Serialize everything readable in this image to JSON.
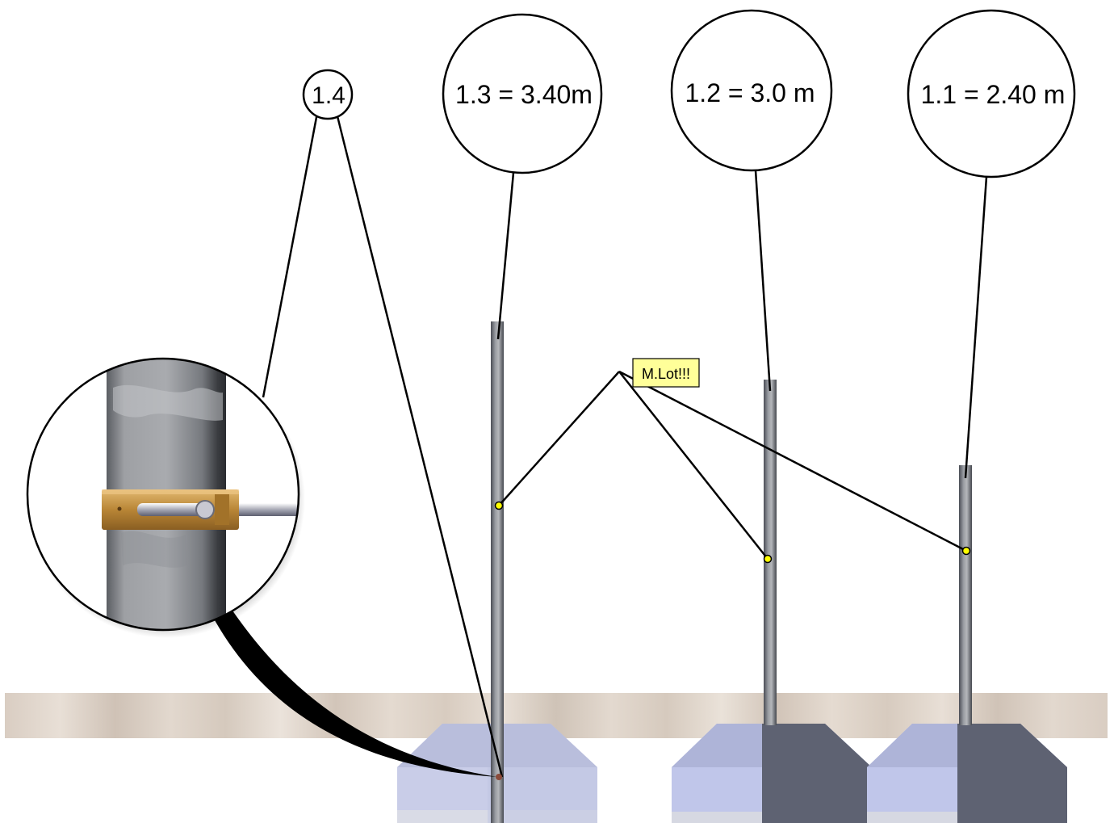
{
  "callouts": {
    "c14": {
      "label": "1.4"
    },
    "c13": {
      "label": "1.3 = 3.40m"
    },
    "c12": {
      "label": "1.2 = 3.0 m"
    },
    "c11": {
      "label": "1.1 = 2.40 m"
    }
  },
  "note": {
    "label": "M.Lot!!!",
    "background": "#ffff99",
    "marker_color": "#ffff00"
  },
  "icons": {
    "detail": "pipe-clamp-detail-icon",
    "base": "concrete-base-icon",
    "pole": "steel-pole-icon"
  },
  "colors": {
    "ground": "#ddd2c8",
    "base_light": "#c3c8e6",
    "base_dark": "#5c6070",
    "pole": "#7c7f86",
    "clamp": "#c4964c"
  }
}
